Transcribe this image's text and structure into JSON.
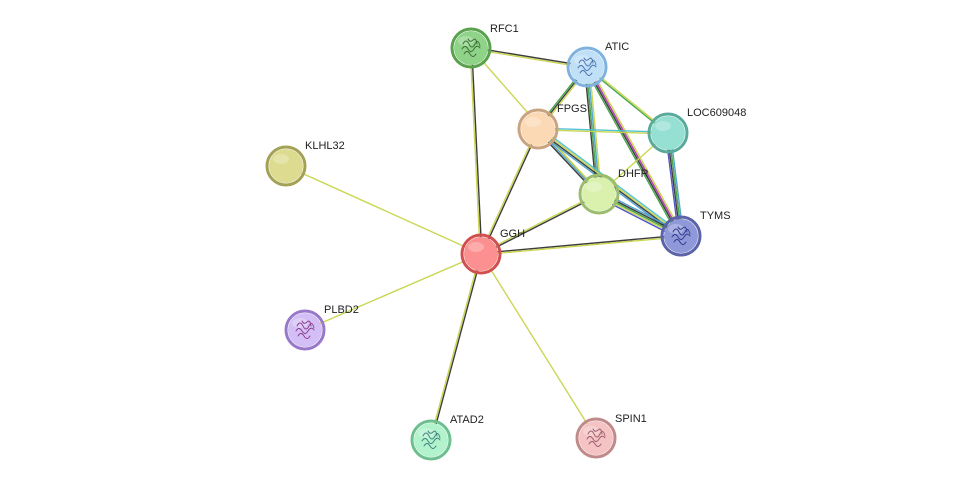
{
  "nodes": [
    {
      "id": "RFC1",
      "label": "RFC1",
      "color": "#8fd389",
      "border": "#5aa14e",
      "icon": "protein-structure-icon",
      "icon_color": "#3a6b32"
    },
    {
      "id": "ATIC",
      "label": "ATIC",
      "color": "#bfe0f7",
      "border": "#7fb3dd",
      "icon": "protein-structure-icon",
      "icon_color": "#4a6fb0"
    },
    {
      "id": "FPGS",
      "label": "FPGS",
      "color": "#fbd9b5",
      "border": "#c9a47f",
      "icon": null
    },
    {
      "id": "LOC609048",
      "label": "LOC609048",
      "color": "#96dfd3",
      "border": "#5aaa9c",
      "icon": null
    },
    {
      "id": "KLHL32",
      "label": "KLHL32",
      "color": "#dcdb8f",
      "border": "#a3a155",
      "icon": null
    },
    {
      "id": "DHFR",
      "label": "DHFR",
      "color": "#d9f1ad",
      "border": "#9bbd6d",
      "icon": null
    },
    {
      "id": "TYMS",
      "label": "TYMS",
      "color": "#8f98d8",
      "border": "#5a62a8",
      "icon": "protein-structure-icon",
      "icon_color": "#2e3a8c"
    },
    {
      "id": "GGH",
      "label": "GGH",
      "color": "#fc8f8f",
      "border": "#d24f4f",
      "icon": null
    },
    {
      "id": "PLBD2",
      "label": "PLBD2",
      "color": "#d3bff5",
      "border": "#9878c8",
      "icon": "protein-structure-icon",
      "icon_color": "#8a3c8a"
    },
    {
      "id": "ATAD2",
      "label": "ATAD2",
      "color": "#b2f2cd",
      "border": "#6dbf8f",
      "icon": "protein-structure-icon",
      "icon_color": "#3f7f7f"
    },
    {
      "id": "SPIN1",
      "label": "SPIN1",
      "color": "#f5c3c3",
      "border": "#c08a8a",
      "icon": "protein-structure-icon",
      "icon_color": "#9a5a6a"
    }
  ],
  "edges": [
    {
      "from": "RFC1",
      "to": "ATIC",
      "colors": [
        "#333333",
        "#c8d44a"
      ]
    },
    {
      "from": "RFC1",
      "to": "GGH",
      "colors": [
        "#333333",
        "#c8d44a"
      ]
    },
    {
      "from": "RFC1",
      "to": "DHFR",
      "colors": [
        "#c8d44a"
      ]
    },
    {
      "from": "ATIC",
      "to": "FPGS",
      "colors": [
        "#c8d44a",
        "#333333",
        "#3fa33f"
      ]
    },
    {
      "from": "ATIC",
      "to": "DHFR",
      "colors": [
        "#c8d44a",
        "#4aa0d0",
        "#3fa33f",
        "#333333"
      ]
    },
    {
      "from": "ATIC",
      "to": "TYMS",
      "colors": [
        "#c8d44a",
        "#b030b0",
        "#333333",
        "#3fa33f"
      ]
    },
    {
      "from": "ATIC",
      "to": "LOC609048",
      "colors": [
        "#c8d44a",
        "#3fa33f"
      ]
    },
    {
      "from": "FPGS",
      "to": "LOC609048",
      "colors": [
        "#4ac0d0",
        "#c8d44a"
      ]
    },
    {
      "from": "FPGS",
      "to": "DHFR",
      "colors": [
        "#c8d44a",
        "#4aa0d0",
        "#333333"
      ]
    },
    {
      "from": "FPGS",
      "to": "TYMS",
      "colors": [
        "#4ac0d0",
        "#c8d44a",
        "#333333",
        "#4aa0d0"
      ]
    },
    {
      "from": "FPGS",
      "to": "GGH",
      "colors": [
        "#333333",
        "#c8d44a"
      ]
    },
    {
      "from": "LOC609048",
      "to": "TYMS",
      "colors": [
        "#4aa0d0",
        "#3fa33f",
        "#333333",
        "#4a50c0"
      ]
    },
    {
      "from": "LOC609048",
      "to": "DHFR",
      "colors": [
        "#c8d44a"
      ]
    },
    {
      "from": "DHFR",
      "to": "TYMS",
      "colors": [
        "#4aa0d0",
        "#333333",
        "#3fa33f",
        "#c8d44a",
        "#4a50c0"
      ]
    },
    {
      "from": "DHFR",
      "to": "GGH",
      "colors": [
        "#333333",
        "#c8d44a"
      ]
    },
    {
      "from": "GGH",
      "to": "TYMS",
      "colors": [
        "#333333",
        "#c8d44a"
      ]
    },
    {
      "from": "GGH",
      "to": "KLHL32",
      "colors": [
        "#c8d44a"
      ]
    },
    {
      "from": "GGH",
      "to": "PLBD2",
      "colors": [
        "#c8d44a"
      ]
    },
    {
      "from": "GGH",
      "to": "ATAD2",
      "colors": [
        "#333333",
        "#c8d44a"
      ]
    },
    {
      "from": "GGH",
      "to": "SPIN1",
      "colors": [
        "#c8d44a"
      ]
    }
  ]
}
